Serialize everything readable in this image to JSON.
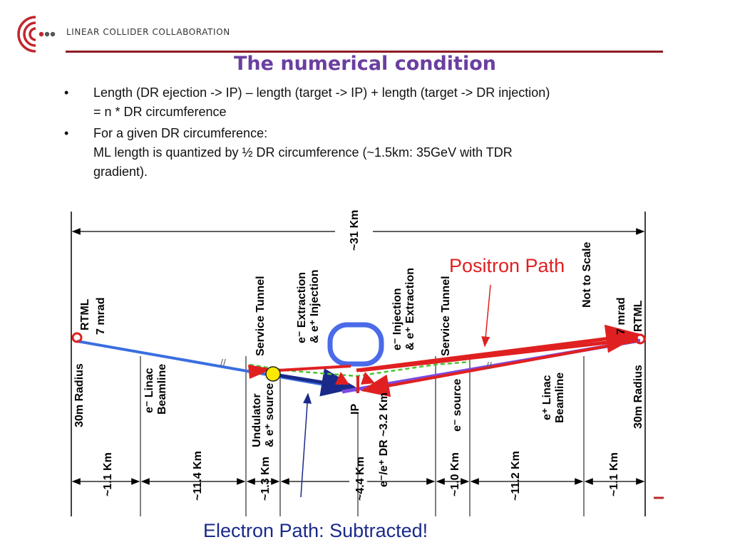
{
  "header": {
    "org_name": "LINEAR COLLIDER COLLABORATION",
    "colors": {
      "brand_red": "#c0272d",
      "title_purple": "#6b3fa0"
    }
  },
  "slide": {
    "title": "The numerical condition",
    "bullets": [
      {
        "marker": "•",
        "lines": [
          "Length (DR ejection -> IP) – length (target -> IP) + length (target -> DR injection)",
          "= n * DR circumference"
        ]
      },
      {
        "marker": "•",
        "lines": [
          "For a given DR circumference:",
          "ML length is quantized by ½ DR circumference (~1.5km: 35GeV with TDR",
          "gradient)."
        ]
      }
    ]
  },
  "diagram": {
    "total_length": "~31 Km",
    "positron_path": "Positron Path",
    "electron_path": "Electron Path: Subtracted!",
    "not_to_scale": "Not to Scale",
    "rtml_left": "RTML",
    "mrad_left": "7 mrad",
    "rtml_right": "RTML",
    "mrad_right": "7 mrad",
    "radius_left": "30m Radius",
    "radius_right": "30m Radius",
    "service_tunnel_left": "Service Tunnel",
    "service_tunnel_right": "Service Tunnel",
    "e_extraction_1": "e⁻ Extraction",
    "e_extraction_2": "& e⁺ Injection",
    "e_injection_1": "e⁻ Injection",
    "e_injection_2": "& e⁺ Extraction",
    "e_linac_1": "e⁻ Linac",
    "e_linac_2": "Beamline",
    "p_linac_1": "e⁺ Linac",
    "p_linac_2": "Beamline",
    "undulator_1": "Undulator",
    "undulator_2": "& e⁺ source",
    "ip": "IP",
    "e_source": "e⁻ source",
    "dr_label": "e⁻/e⁺ DR ~3.2 Km",
    "segments": [
      "~1.1 Km",
      "~11.4 Km",
      "~1.3 Km",
      "~4.4 Km",
      "~1.0 Km",
      "~11.2 Km",
      "~1.1 Km"
    ]
  }
}
